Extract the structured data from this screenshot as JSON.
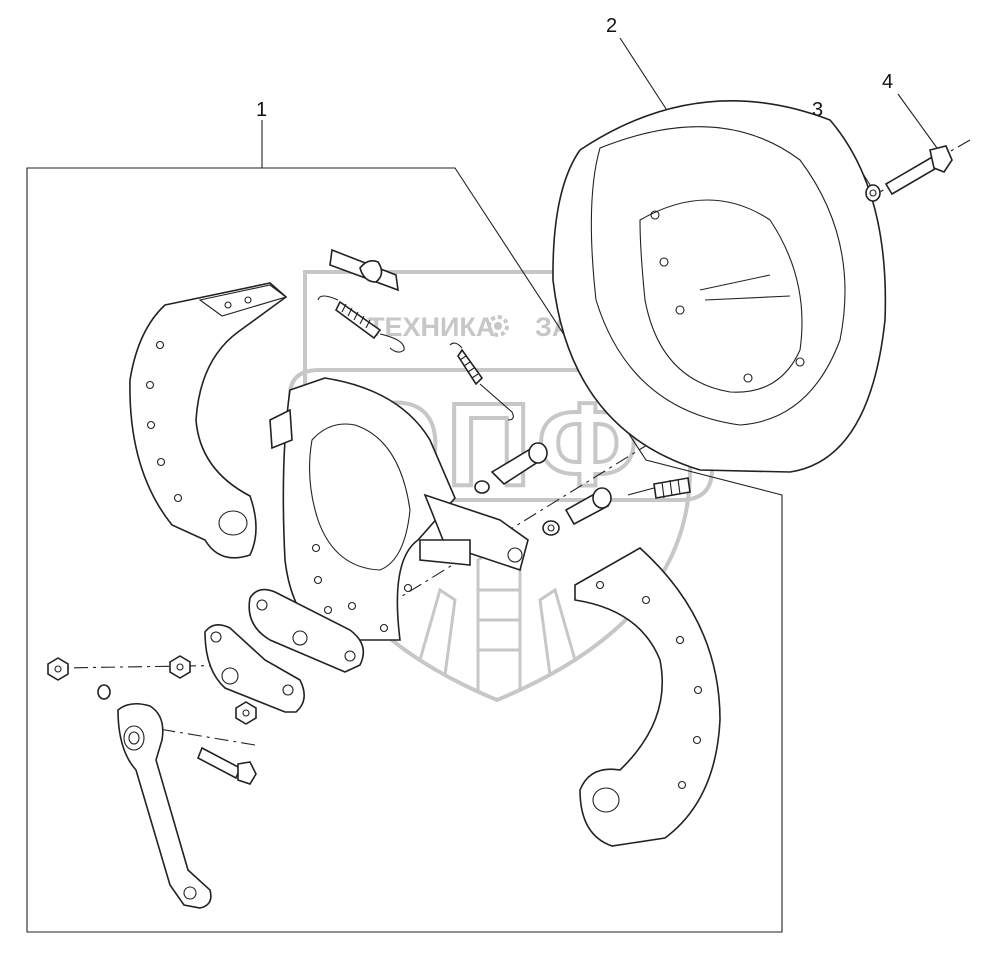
{
  "callouts": [
    {
      "id": "1",
      "label": "1"
    },
    {
      "id": "2",
      "label": "2"
    },
    {
      "id": "3",
      "label": "3"
    },
    {
      "id": "4",
      "label": "4"
    }
  ],
  "watermark": {
    "top_left": "ТЕХНИКА",
    "top_right": "ЗАПЧАСТИ",
    "big": "ЭПФ",
    "color": "#9a9a9a"
  },
  "colors": {
    "line": "#222222",
    "background": "#ffffff"
  }
}
